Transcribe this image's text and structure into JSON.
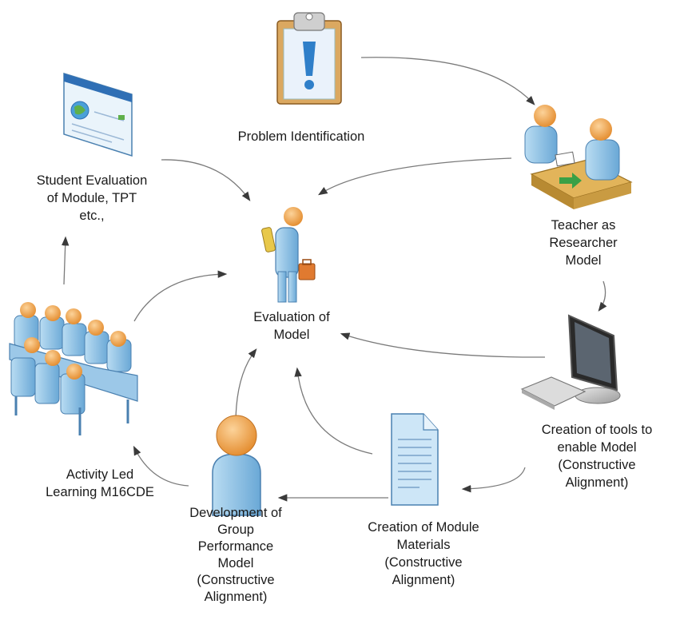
{
  "nodes": {
    "problem": {
      "lines": [
        "Problem Identification"
      ],
      "icon": "clipboard-exclamation-icon"
    },
    "teacher": {
      "lines": [
        "Teacher as",
        "Researcher",
        "Model"
      ],
      "icon": "two-people-at-desk-icon"
    },
    "tools": {
      "lines": [
        "Creation of tools to",
        "enable Model",
        "(Constructive",
        "Alignment)"
      ],
      "icon": "computer-monitor-keyboard-icon"
    },
    "module": {
      "lines": [
        "Creation of Module",
        "Materials",
        "(Constructive",
        "Alignment)"
      ],
      "icon": "document-icon"
    },
    "group": {
      "lines": [
        "Development of",
        "Group",
        "Performance",
        "Model",
        "(Constructive",
        "Alignment)"
      ],
      "icon": "person-icon"
    },
    "activity": {
      "lines": [
        "Activity Led",
        "Learning M16CDE"
      ],
      "icon": "meeting-table-icon"
    },
    "student": {
      "lines": [
        "Student Evaluation",
        "of Module, TPT",
        "etc.,"
      ],
      "icon": "web-page-icon"
    },
    "evaluation": {
      "lines": [
        "Evaluation of",
        "Model"
      ],
      "icon": "person-with-briefcase-icon"
    }
  },
  "colors": {
    "person_blue": "#8dc3e6",
    "skin": "#f2a24c",
    "clipboard": "#dba860",
    "desk": "#e2b45a",
    "arrow": "#555555"
  }
}
